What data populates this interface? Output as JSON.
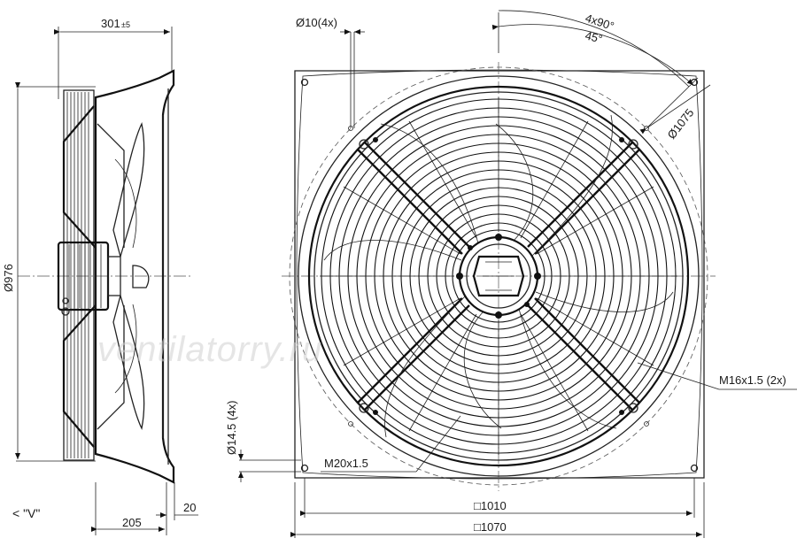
{
  "side_view": {
    "depth_label": "301",
    "depth_tolerance": "±5",
    "diameter_label": "Ø976",
    "bottom_label_1": "205",
    "bottom_label_2": "20",
    "view_label": "< \"V\""
  },
  "front_view": {
    "hole_label": "Ø10(4x)",
    "angle_label_1": "4x90°",
    "angle_label_2": "45°",
    "bolt_circle_label": "Ø1075",
    "thread_label_1": "M16x1.5 (2x)",
    "thread_label_2": "M20x1.5",
    "mount_hole_label": "Ø14.5 (4x)",
    "width_label_1": "□1010",
    "width_label_2": "□1070"
  },
  "watermark": "ventilatorry.ru",
  "colors": {
    "line": "#111111",
    "background": "#ffffff",
    "watermark": "#cfcfcf"
  }
}
